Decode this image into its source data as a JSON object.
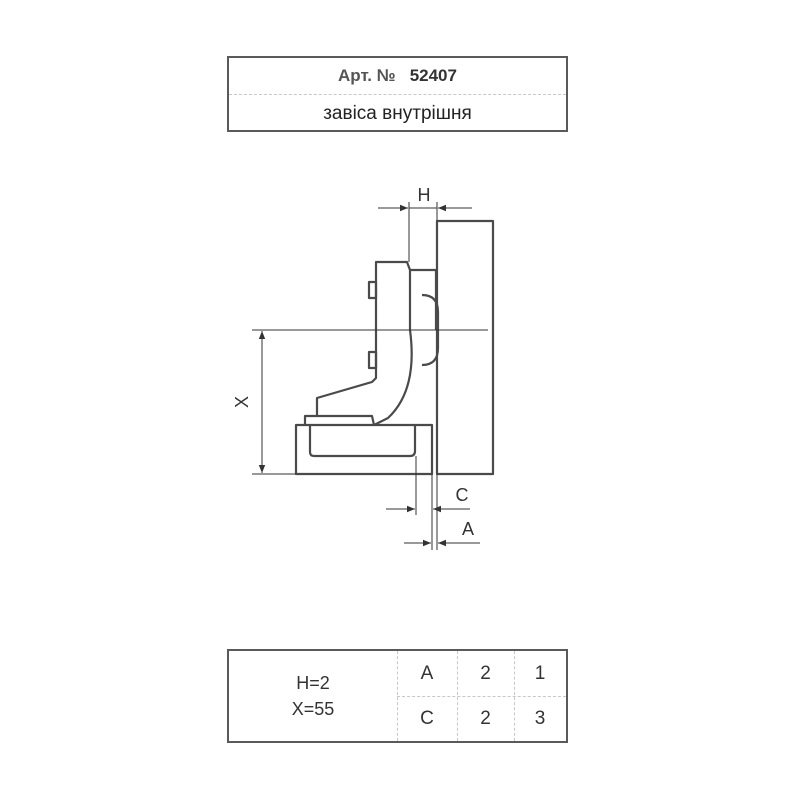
{
  "header": {
    "art_label": "Арт. №",
    "art_number": "52407",
    "product_name": "завіса внутрішня"
  },
  "drawing": {
    "dimension_labels": {
      "h": "H",
      "x": "X",
      "c": "C",
      "a": "A"
    },
    "line_color": "#4a4a4a"
  },
  "specs": {
    "params": [
      "H=2",
      "X=55"
    ],
    "rows": [
      {
        "param": "A",
        "values": [
          "2",
          "1"
        ]
      },
      {
        "param": "C",
        "values": [
          "2",
          "3"
        ]
      }
    ]
  }
}
